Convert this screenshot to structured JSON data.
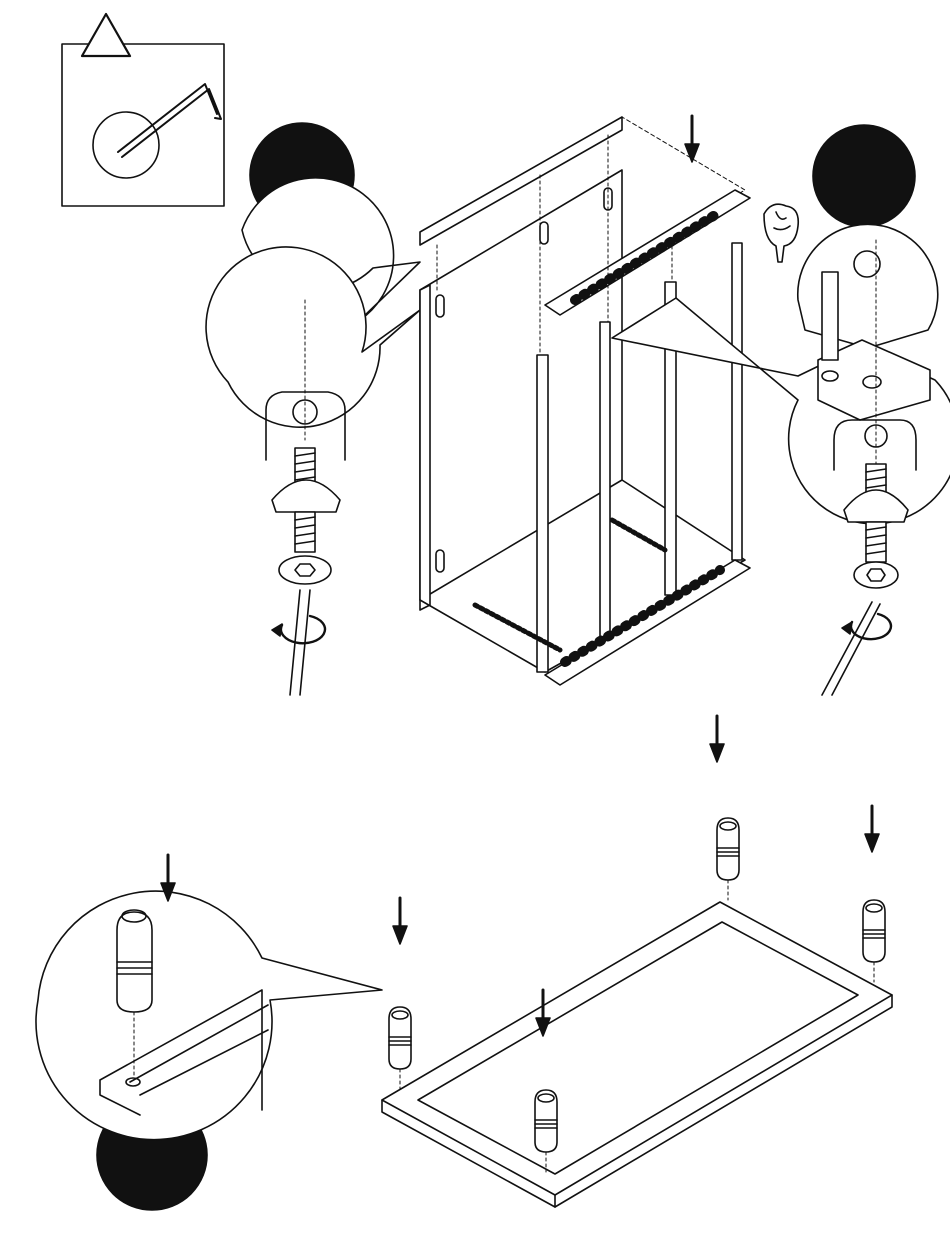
{
  "page": {
    "background": "#ffffff",
    "ink": "#111111"
  },
  "icons": {
    "tool_box": "allen-key-icon",
    "warning": "warning-triangle-icon",
    "arrow": "arrow-down-icon",
    "rotation": "clockwise-rotation-icon",
    "hand": "pointing-hand-icon",
    "step_marker": "filled-black-circle"
  },
  "steps": [
    {
      "name": "frame-assembly",
      "tool": "allen-key"
    },
    {
      "name": "foot-installation",
      "part": "cylindrical-foot",
      "count": 4
    }
  ]
}
